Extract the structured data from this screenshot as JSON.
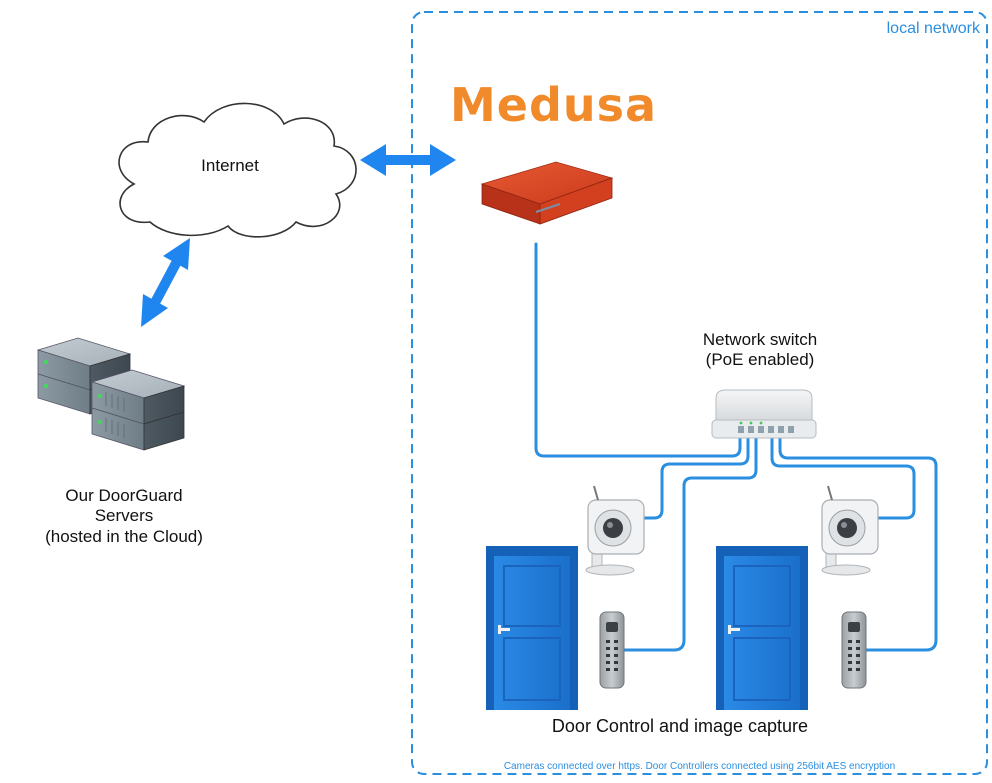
{
  "local_network": {
    "label": "local network",
    "border_color": "#2b8fe0"
  },
  "internet": {
    "label": "Internet"
  },
  "servers": {
    "lines": [
      "Our DoorGuard",
      "Servers",
      "(hosted in the Cloud)"
    ]
  },
  "medusa": {
    "brand": "Medusa",
    "brand_color": "#f08a2a",
    "device_color": "#d9441f"
  },
  "network_switch": {
    "lines": [
      "Network switch",
      "(PoE enabled)"
    ]
  },
  "doors": {
    "caption": "Door Control and image capture",
    "door_color": "#1f7fdc",
    "count": 2
  },
  "footer": {
    "note": "Cameras connected over https. Door Controllers connected using 256bit AES encryption"
  },
  "colors": {
    "cable": "#2b8fe0",
    "arrow": "#1f86f0"
  }
}
